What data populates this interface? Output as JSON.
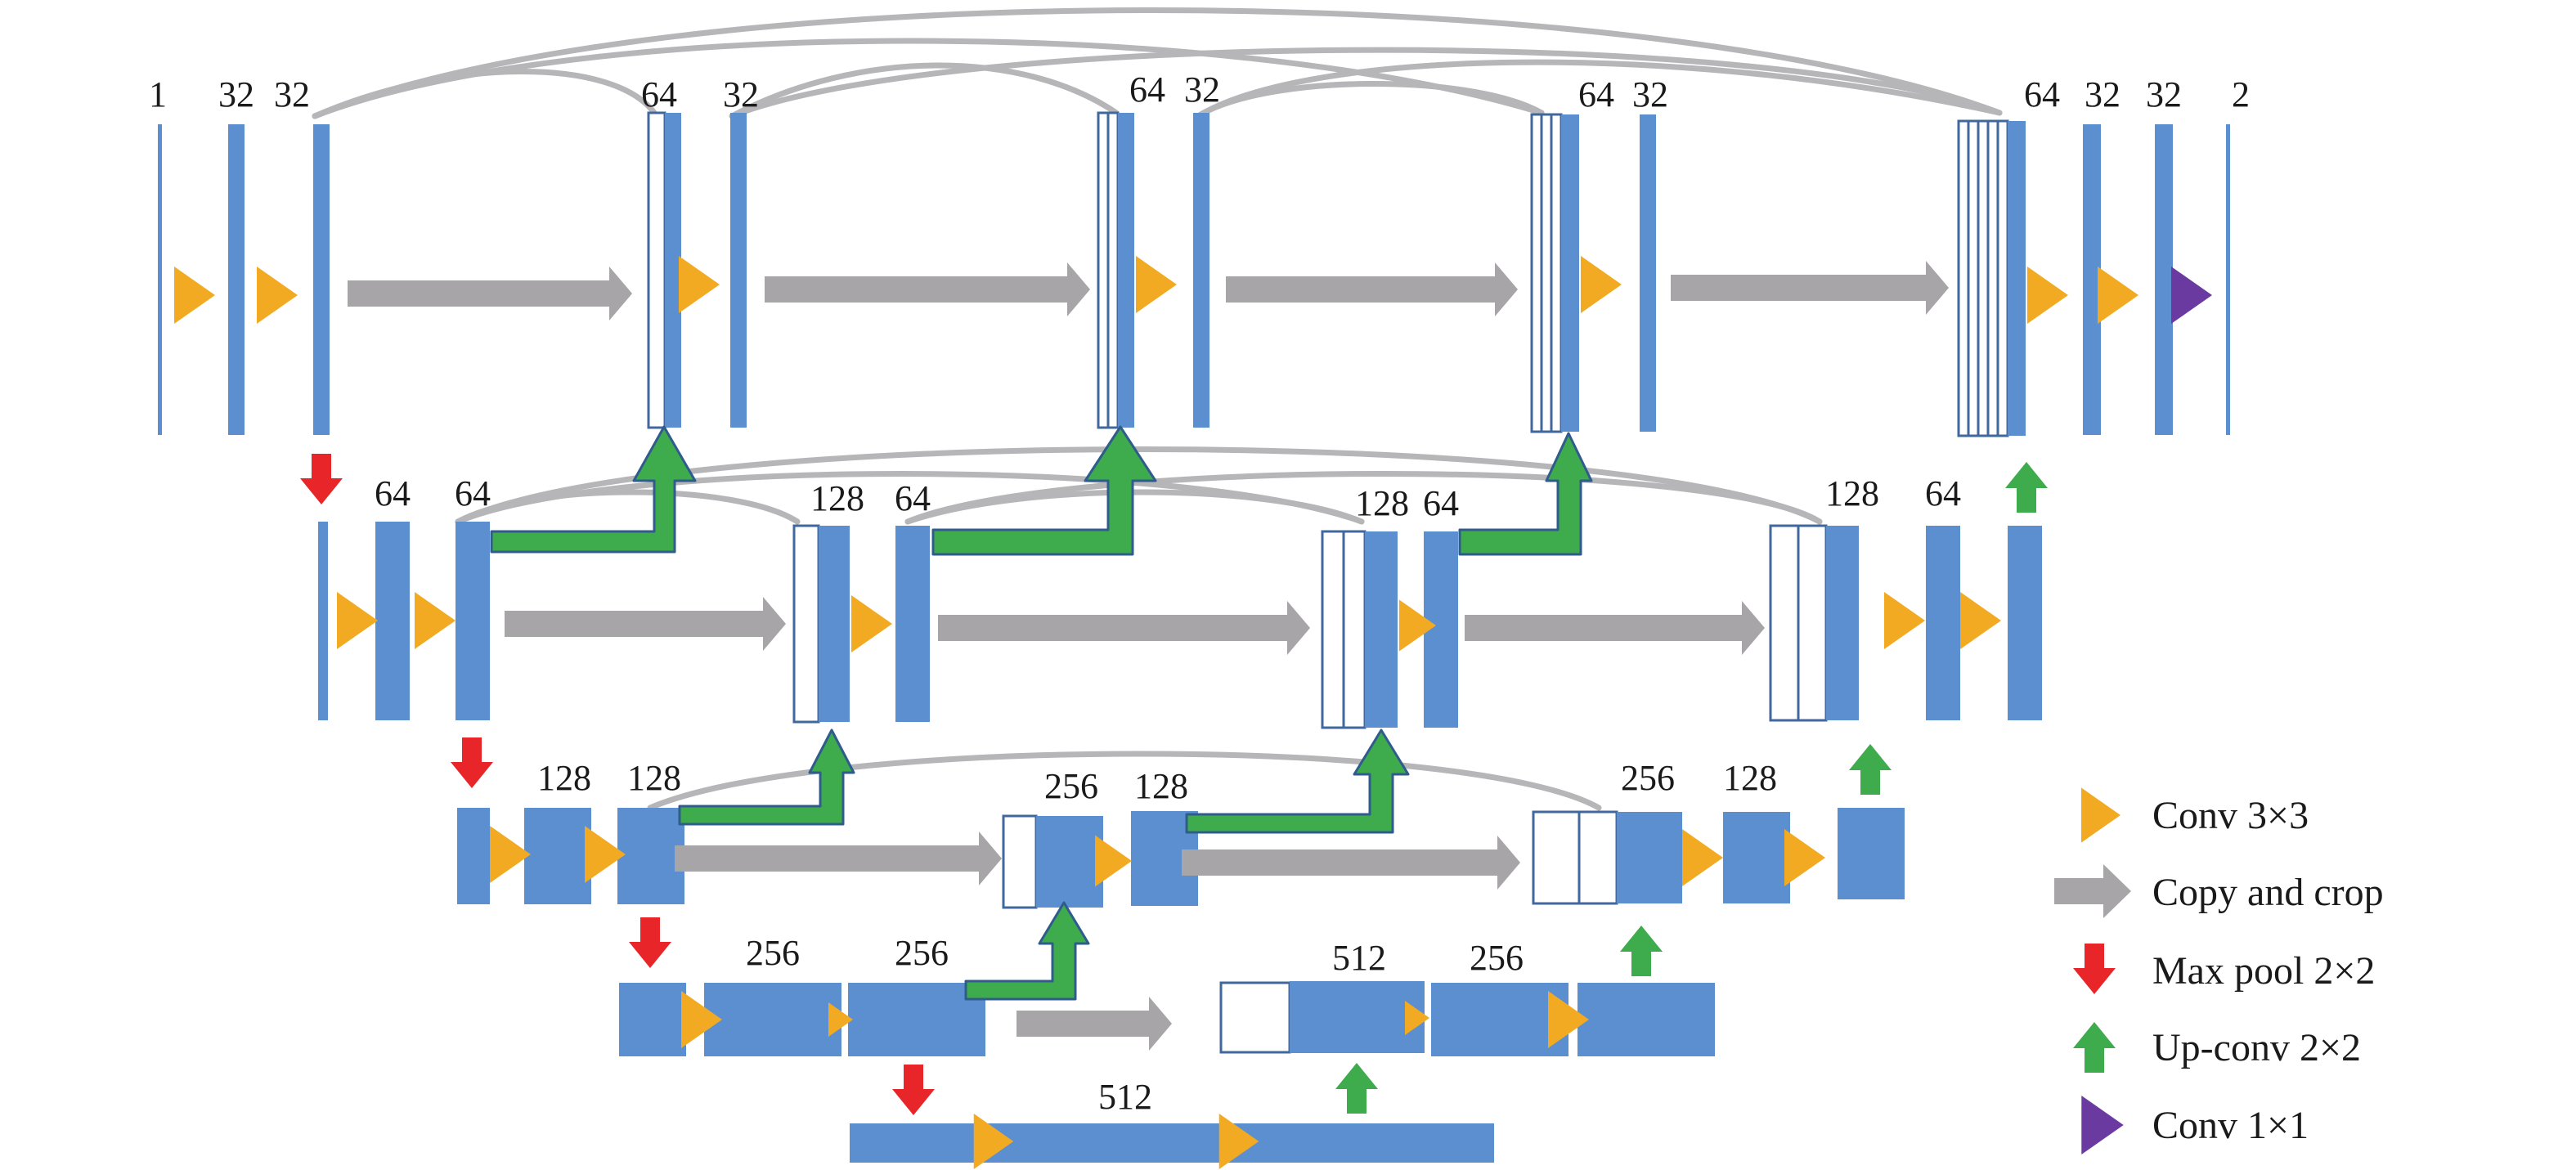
{
  "colors": {
    "feature_map": "#5b8fcf",
    "feature_map_outline": "#41689e",
    "copied_map_fill": "#ffffff",
    "conv3x3": "#f2aa22",
    "copy_crop": "#a7a5a8",
    "max_pool": "#e8262a",
    "up_conv": "#3eab4c",
    "up_conv_outline": "#2f5c8c",
    "conv1x1": "#6b3aa0",
    "skip_arc": "#b6b5b7"
  },
  "level1": {
    "labels": [
      "1",
      "32",
      "32",
      "64",
      "32",
      "64",
      "32",
      "64",
      "32",
      "64",
      "32",
      "32",
      "2"
    ]
  },
  "level2": {
    "labels": [
      "64",
      "64",
      "128",
      "64",
      "128",
      "64",
      "128",
      "64"
    ]
  },
  "level3": {
    "labels": [
      "128",
      "128",
      "256",
      "128",
      "256",
      "128"
    ]
  },
  "level4": {
    "labels": [
      "256",
      "256",
      "512",
      "256"
    ]
  },
  "level5": {
    "labels": [
      "512"
    ]
  },
  "legend": {
    "conv3x3": {
      "icon": "orange-triangle",
      "label": "Conv 3×3"
    },
    "copy_crop": {
      "icon": "gray-arrow",
      "label": "Copy and crop"
    },
    "max_pool": {
      "icon": "red-down-arrow",
      "label": "Max pool 2×2"
    },
    "up_conv": {
      "icon": "green-up-arrow",
      "label": "Up-conv 2×2"
    },
    "conv1x1": {
      "icon": "purple-triangle",
      "label": "Conv 1×1"
    }
  }
}
